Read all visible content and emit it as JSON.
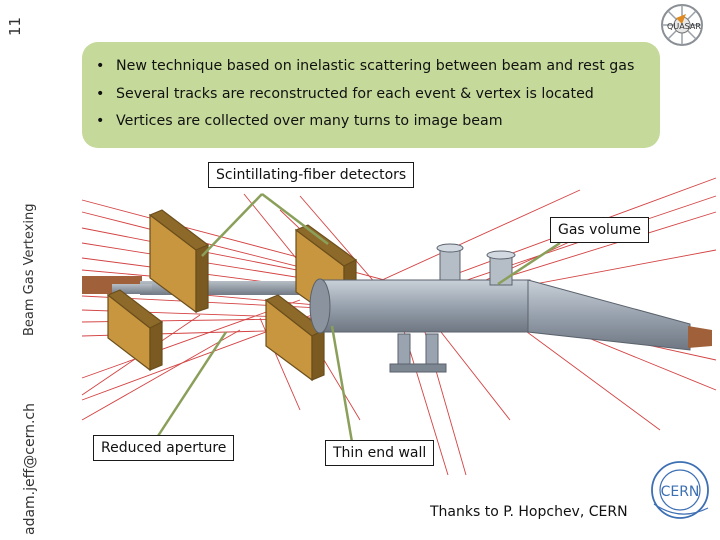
{
  "slide": {
    "number": "11",
    "section_title": "Beam Gas Vertexing",
    "author_email": "adam.jeff@cern.ch"
  },
  "bullets": [
    "New technique based on inelastic scattering between beam and rest gas",
    "Several tracks are reconstructed for each event & vertex is located",
    "Vertices are collected over many turns to image beam"
  ],
  "callouts": {
    "detectors": "Scintillating-fiber detectors",
    "gas_volume": "Gas volume",
    "aperture": "Reduced aperture",
    "end_wall": "Thin end wall"
  },
  "credit": "Thanks to P. Hopchev, CERN",
  "logos": {
    "top_right": "QUASAR",
    "bottom_right": "CERN"
  },
  "colors": {
    "bullet_box": "#c4d99a",
    "detector": "#b8893a",
    "tank": "#9aa4b0",
    "tracks": "#cc2222",
    "leader_lines": "#8aa05a"
  }
}
